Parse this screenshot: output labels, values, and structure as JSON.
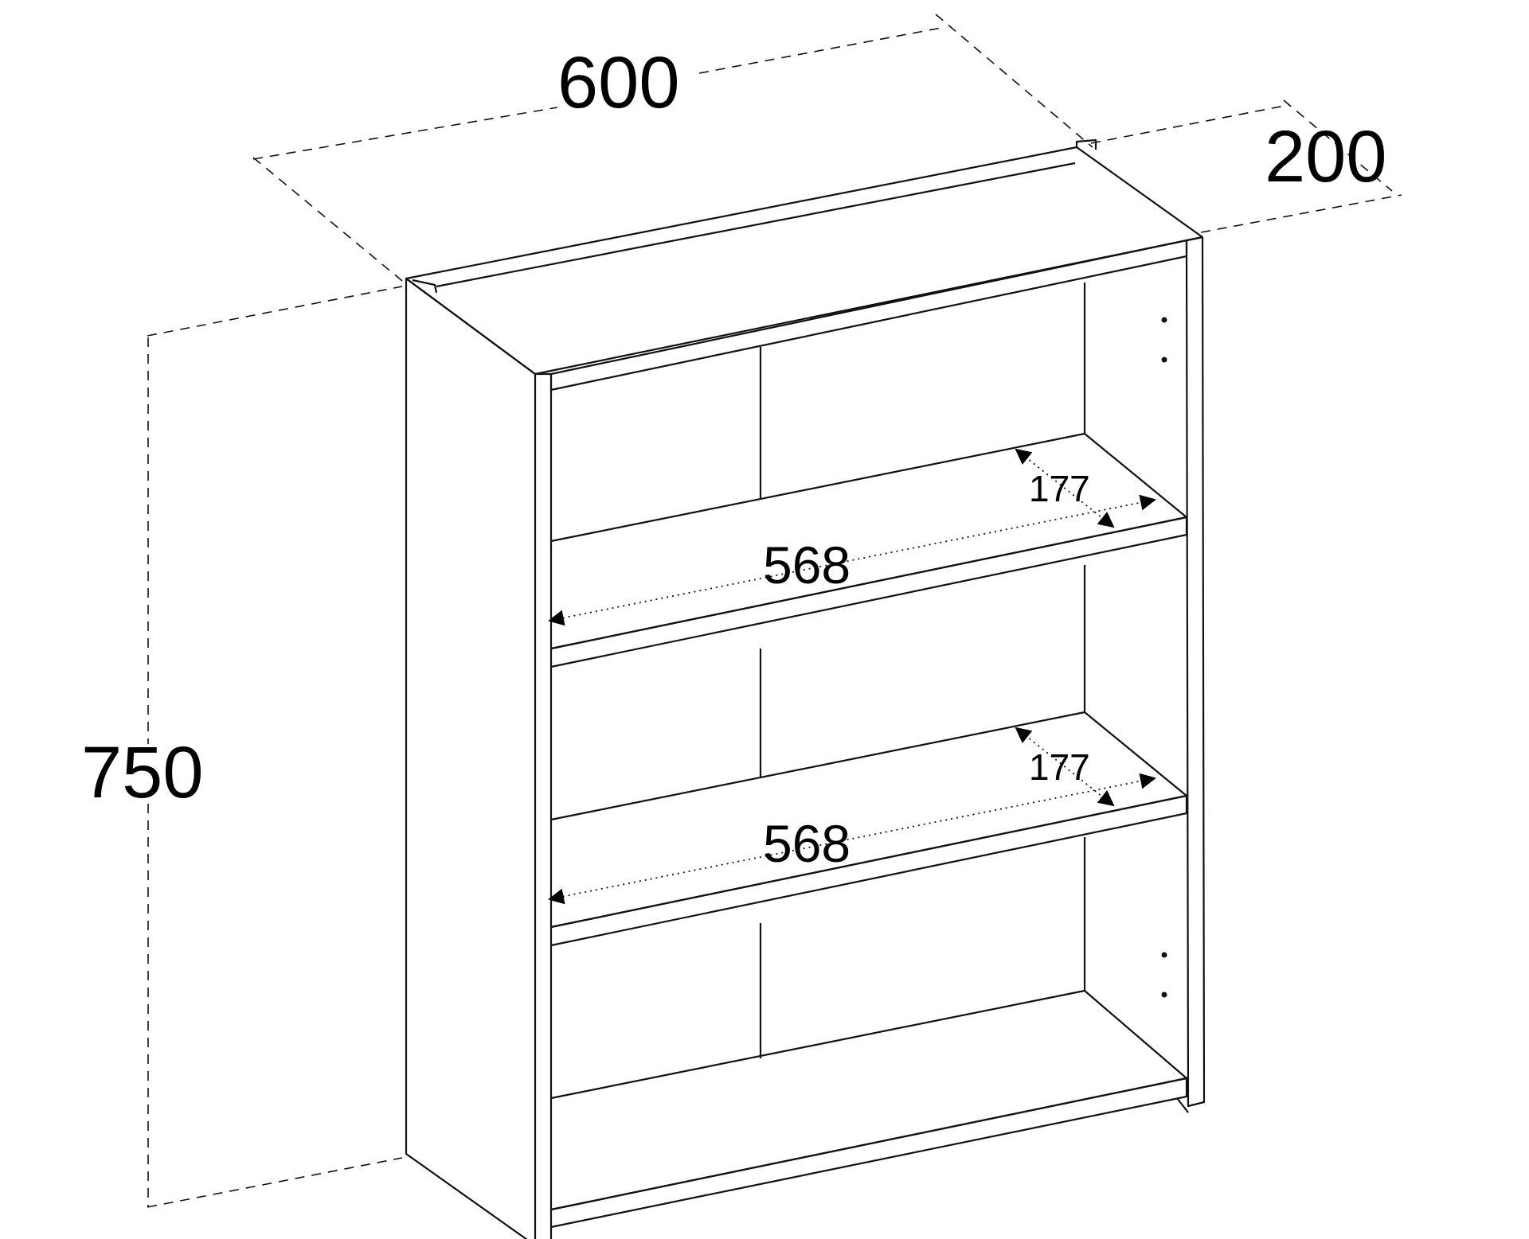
{
  "dimensions": {
    "width": "600",
    "depth": "200",
    "height": "750",
    "shelf_top_width": "568",
    "shelf_top_depth": "177",
    "shelf_mid_width": "568",
    "shelf_mid_depth": "177"
  }
}
